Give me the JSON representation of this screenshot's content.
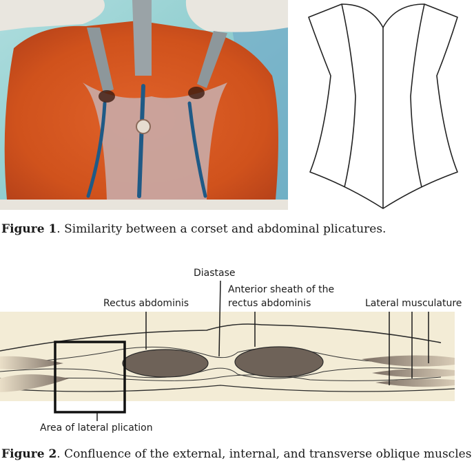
{
  "figure1": {
    "caption_label": "Figure 1",
    "caption_text": ". Similarity between a corset and abdominal plicatures."
  },
  "figure2": {
    "caption_label": "Figure 2",
    "caption_text": ". Confluence of the external, internal, and transverse oblique muscles",
    "labels": {
      "diastase": "Diastase",
      "anterior_sheath_line1": "Anterior sheath of the",
      "anterior_sheath_line2": "rectus abdominis",
      "rectus_abdominis": "Rectus abdominis",
      "lateral_musculature": "Lateral musculature",
      "area_lateral_plication": "Area of lateral plication"
    }
  },
  "colors": {
    "tissue_orange": "#d5561f",
    "fascia_pink": "#c9a8a4",
    "marker_blue": "#1f5a86",
    "drape_teal": "#7fc8c8",
    "muscle_gray": "#6e6258",
    "diagram_bg": "#f3ecd6"
  }
}
